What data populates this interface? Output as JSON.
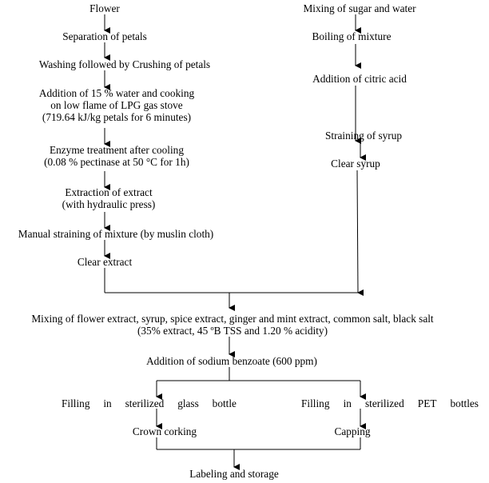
{
  "left_branch": {
    "flower": "Flower",
    "separation": "Separation of petals",
    "washing": "Washing followed by Crushing of petals",
    "addition_water": [
      "Addition of 15 % water and cooking",
      "on low flame of LPG gas stove",
      "(719.64 kJ/kg petals for 6 minutes)"
    ],
    "enzyme": [
      "Enzyme treatment after cooling",
      "(0.08 % pectinase at 50 °C  for 1h)"
    ],
    "extraction": [
      "Extraction of extract",
      "(with hydraulic press)"
    ],
    "straining": "Manual straining of mixture (by muslin cloth)",
    "clear_extract": "Clear extract"
  },
  "right_branch": {
    "mixing_sugar": "Mixing of sugar and water",
    "boiling": "Boiling of mixture",
    "citric": "Addition of citric acid",
    "straining_syrup": "Straining of syrup",
    "clear_syrup": "Clear syrup"
  },
  "merge": {
    "mixing": [
      "Mixing of flower extract, syrup, spice extract, ginger and mint extract, common salt, black salt",
      "(35% extract, 45 ºB TSS and 1.20 % acidity)"
    ],
    "benzoate": "Addition of sodium benzoate (600 ppm)"
  },
  "bottling": {
    "glass_words": [
      "Filling",
      "in",
      "sterilized",
      "glass",
      "bottle"
    ],
    "pet_words": [
      "Filling",
      "in",
      "sterilized",
      "PET",
      "bottles"
    ],
    "crown": "Crown corking",
    "capping": "Capping"
  },
  "final": "Labeling and storage"
}
